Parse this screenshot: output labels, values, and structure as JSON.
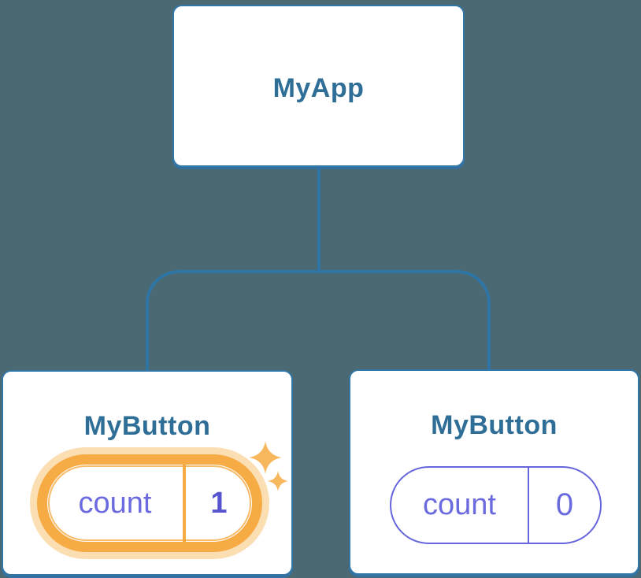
{
  "diagram": {
    "description": "React component tree with isolated state",
    "nodes": {
      "root": {
        "label": "MyApp"
      },
      "left": {
        "label": "MyButton",
        "state_key": "count",
        "state_value": "1",
        "highlighted": true
      },
      "right": {
        "label": "MyButton",
        "state_key": "count",
        "state_value": "0",
        "highlighted": false
      }
    }
  },
  "colors": {
    "background": "#4B6972",
    "node_fill": "#FFFFFF",
    "node_border": "#3377A8",
    "node_shadow": "#35719F",
    "node_text": "#2E6E97",
    "connector": "#2E74A4",
    "state_key_text": "#6B6ADE",
    "state_value_highlight_text": "#5654D0",
    "state_pill_border": "#6765DC",
    "highlight_ring": "#F6AB45",
    "highlight_glow": "#FBDFB3",
    "sparkle": "#F7B75C"
  }
}
